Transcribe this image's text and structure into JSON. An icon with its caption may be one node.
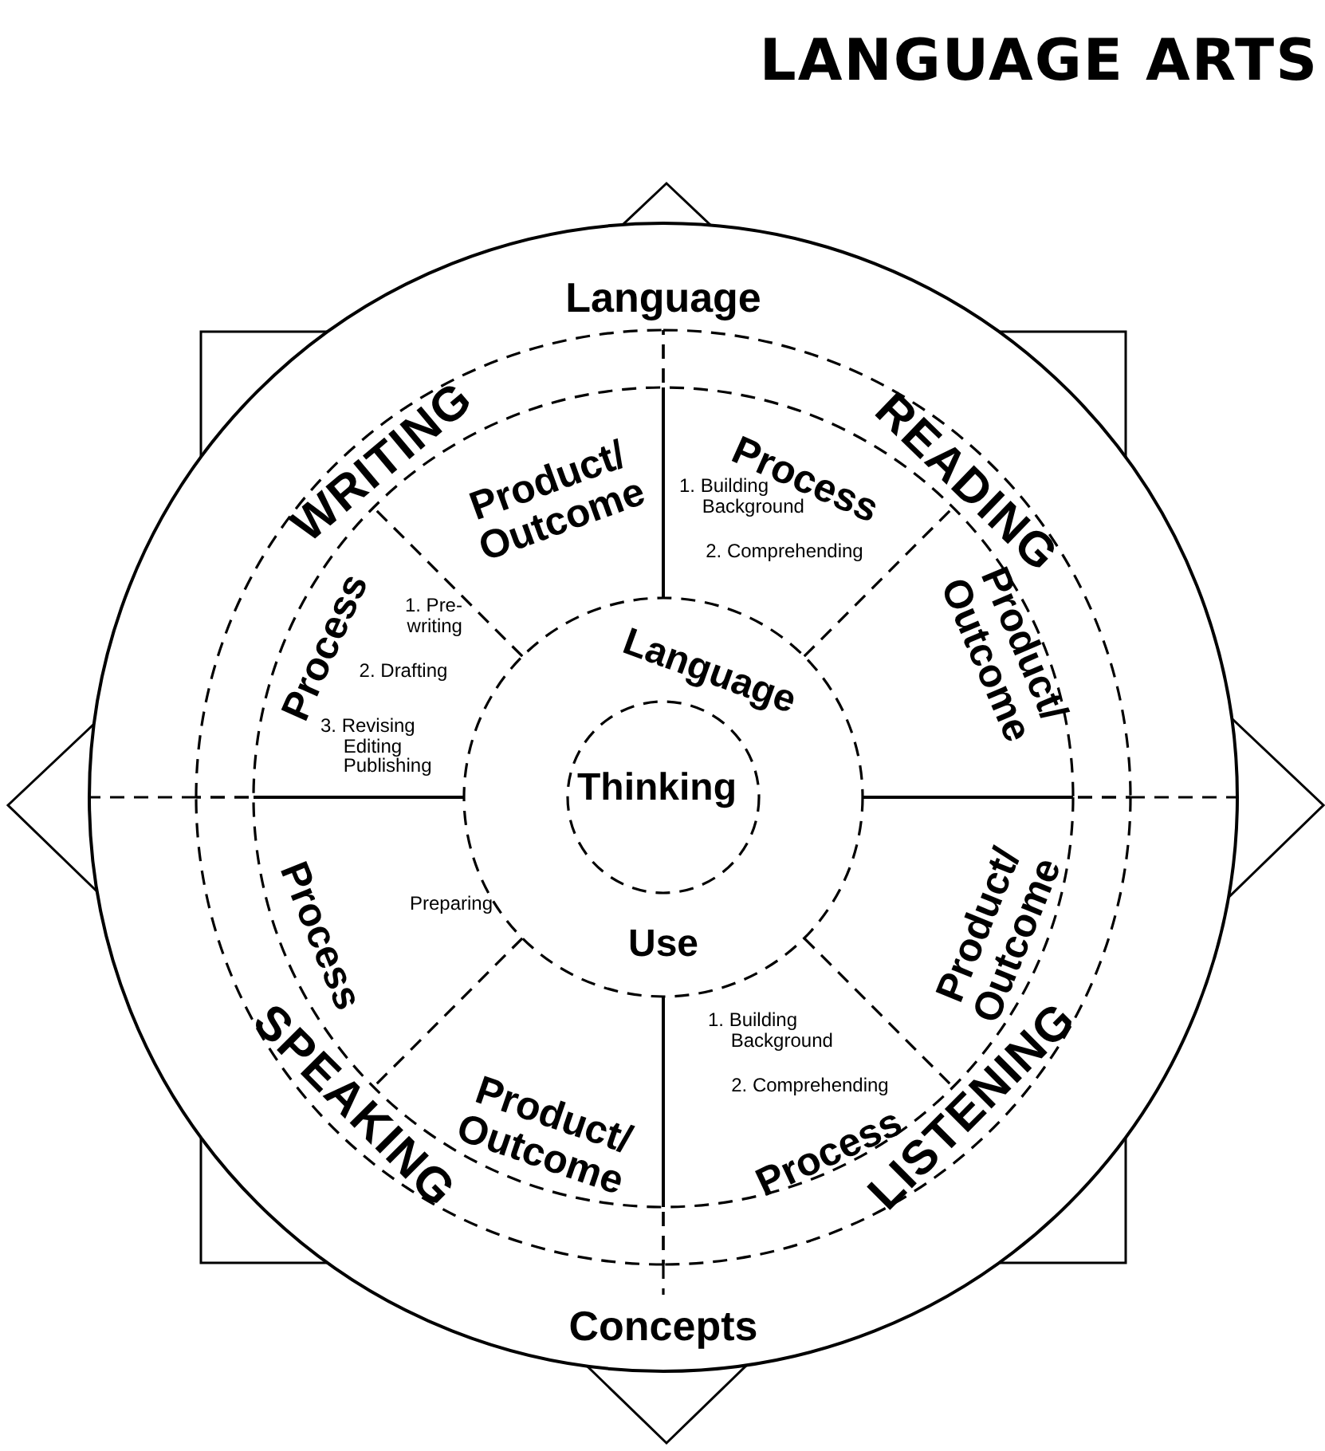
{
  "diagram": {
    "title": "LANGUAGE ARTS",
    "nodes": [
      {
        "text": [
          "Language",
          "Concepts"
        ]
      },
      {
        "text": [
          "WRITING"
        ],
        "in": 0
      },
      {
        "text": [
          "Product/ Outcome"
        ],
        "in": 1
      },
      {
        "text": [
          "Process",
          "1. Pre- writing",
          "2. Drafting",
          "3. Revising Editing Publishing"
        ],
        "in": 1
      },
      {
        "text": [
          "READING"
        ],
        "in": 0
      },
      {
        "text": [
          "Process",
          "1. Building Background",
          "2. Comprehending"
        ],
        "in": 4
      },
      {
        "text": [
          "Product/ Outcome"
        ],
        "in": 4
      },
      {
        "text": [
          "Language",
          "Use"
        ],
        "in": 0
      },
      {
        "text": [
          "Thinking"
        ],
        "in": 7
      },
      {
        "text": [
          "SPEAKING"
        ],
        "in": 0
      },
      {
        "text": [
          "Process",
          "Preparing"
        ],
        "in": 9
      },
      {
        "text": [
          "Product/ Outcome"
        ],
        "in": 9
      },
      {
        "text": [
          "LISTENING"
        ],
        "in": 0
      },
      {
        "text": [
          "Product/ Outcome"
        ],
        "in": 12
      },
      {
        "text": [
          "Process",
          "1. Building Background",
          "2. Comprehending"
        ],
        "in": 12
      }
    ]
  }
}
